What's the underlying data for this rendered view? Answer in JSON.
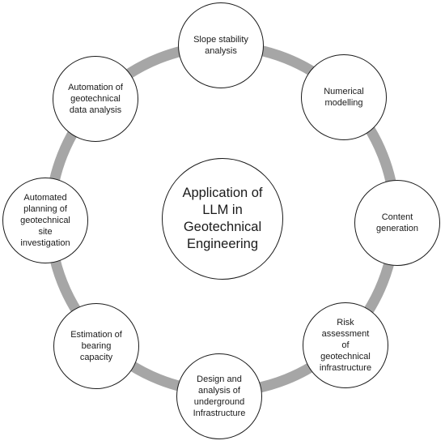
{
  "diagram": {
    "colors": {
      "ring": "#a6a6a6",
      "node_border": "#1a1a1a",
      "node_fill": "#ffffff",
      "text": "#1a1a1a"
    },
    "center": {
      "label": "Application of\nLLM in\nGeotechnical\nEngineering"
    },
    "nodes": [
      {
        "id": "slope-stability",
        "label": "Slope stability\nanalysis"
      },
      {
        "id": "numerical-modelling",
        "label": "Numerical\nmodelling"
      },
      {
        "id": "content-generation",
        "label": "Content\ngeneration"
      },
      {
        "id": "risk-assessment",
        "label": "Risk\nassessment\nof\ngeotechnical\ninfrastructure"
      },
      {
        "id": "underground-infrastructure",
        "label": "Design and\nanalysis of\nunderground\nInfrastructure"
      },
      {
        "id": "bearing-capacity",
        "label": "Estimation of\nbearing\ncapacity"
      },
      {
        "id": "site-investigation",
        "label": "Automated\nplanning of\ngeotechnical\nsite\ninvestigation"
      },
      {
        "id": "data-analysis",
        "label": "Automation of\ngeotechnical\ndata analysis"
      }
    ]
  }
}
